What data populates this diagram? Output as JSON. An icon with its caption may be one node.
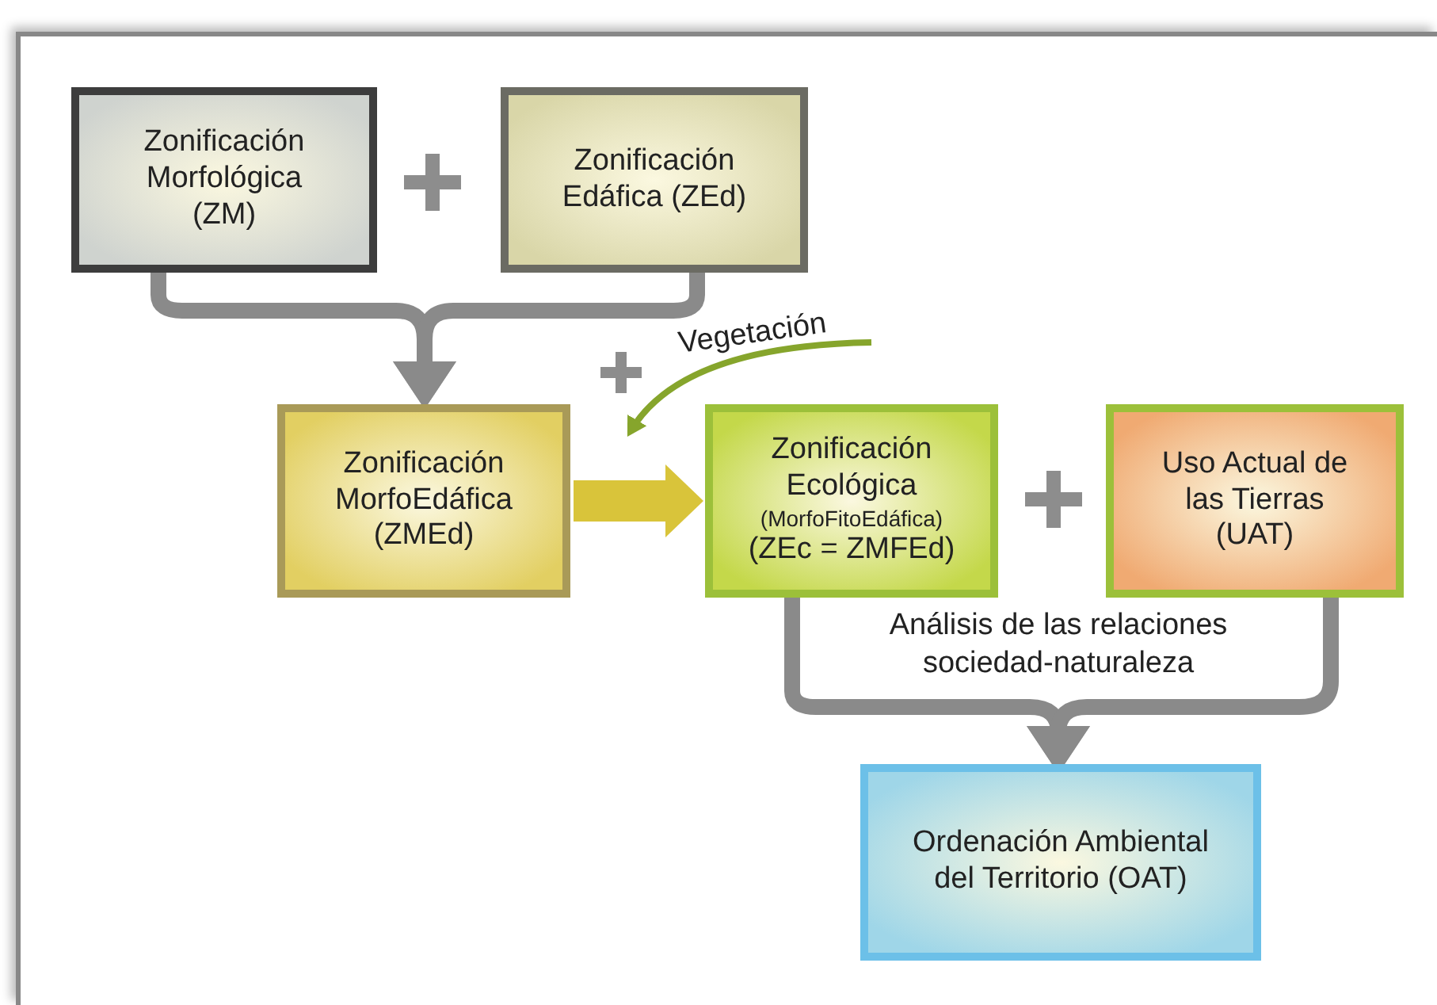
{
  "diagram": {
    "nodes": [
      {
        "text": [
          "Zonificación Morfológica (ZM)"
        ]
      },
      {
        "text": [
          "Zonificación Edáfica (ZEd)"
        ]
      },
      {
        "text": [
          "Zonificación MorfoEdáfica (ZMEd)"
        ]
      },
      {
        "text": [
          "Zonificación Ecológica",
          "(MorfoFitoEdáfica)",
          "(ZEc = ZMFEd)"
        ]
      },
      {
        "text": [
          "Uso Actual de las Tierras (UAT)"
        ]
      },
      {
        "text": [
          "Ordenación Ambiental del Territorio (OAT)"
        ]
      },
      {
        "text": [
          "Vegetación"
        ]
      }
    ],
    "edges": [
      {
        "from": 0,
        "to": 2,
        "arrow": "to"
      },
      {
        "from": 1,
        "to": 2,
        "arrow": "to"
      },
      {
        "from": 2,
        "to": 3,
        "arrow": "to",
        "style": "thick",
        "color": "#d9c43a"
      },
      {
        "from": 6,
        "to": null,
        "arrow": "to",
        "color": "#86a52c"
      },
      {
        "from": 3,
        "to": 5,
        "arrow": "to"
      },
      {
        "from": 4,
        "to": 5,
        "arrow": "to"
      }
    ],
    "labels": [
      "Análisis de las relaciones sociedad-naturaleza"
    ]
  }
}
